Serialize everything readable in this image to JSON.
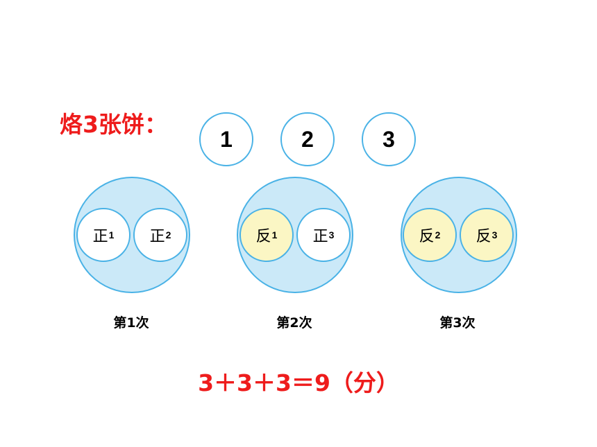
{
  "title": "烙3张饼：",
  "pancakes": [
    "1",
    "2",
    "3"
  ],
  "rounds": [
    {
      "caption": "第1次",
      "slots": [
        {
          "side": "正",
          "index": "1",
          "state": "front"
        },
        {
          "side": "正",
          "index": "2",
          "state": "front"
        }
      ]
    },
    {
      "caption": "第2次",
      "slots": [
        {
          "side": "反",
          "index": "1",
          "state": "back"
        },
        {
          "side": "正",
          "index": "3",
          "state": "front"
        }
      ]
    },
    {
      "caption": "第3次",
      "slots": [
        {
          "side": "反",
          "index": "2",
          "state": "back"
        },
        {
          "side": "反",
          "index": "3",
          "state": "back"
        }
      ]
    }
  ],
  "equation": "3＋3＋3＝9（分）",
  "colors": {
    "accent_red": "#ee1c1c",
    "circle_border": "#49b2e6",
    "pan_fill": "#cbe9f8",
    "front_fill": "#ffffff",
    "back_fill": "#fbf6c4"
  }
}
